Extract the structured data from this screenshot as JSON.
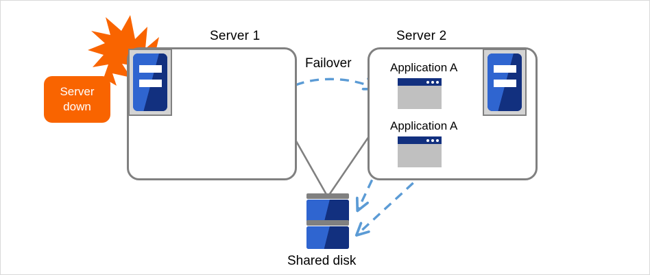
{
  "diagram": {
    "title": "Failover cluster diagram",
    "background": "#ffffff"
  },
  "colors": {
    "box_border": "#808080",
    "server_blue_dark": "#12307f",
    "server_blue_light": "#2f65d0",
    "alert_orange": "#f96400",
    "arrow_blue": "#5b9bd5",
    "app_window_body": "#c0c0c0",
    "machine_frame": "#d4d4d4"
  },
  "alert": {
    "badge_line1": "Server",
    "badge_line2": "down",
    "burst_icon": "explosion-burst-icon"
  },
  "servers": [
    {
      "id": "server1",
      "title": "Server 1",
      "machine_icon": "server-machine-icon",
      "apps": []
    },
    {
      "id": "server2",
      "title": "Server 2",
      "machine_icon": "server-machine-icon",
      "apps": [
        {
          "label": "Application A",
          "icon": "app-window-icon"
        },
        {
          "label": "Application A",
          "icon": "app-window-icon"
        }
      ]
    }
  ],
  "failover": {
    "label": "Failover",
    "arrow_icon": "dashed-curved-arrow-icon",
    "direction": "server1-to-server2"
  },
  "storage": {
    "label": "Shared disk",
    "icon": "shared-disk-icon",
    "block_count": 2
  },
  "connections": {
    "server1_to_disk": "solid-gray-line",
    "server2_to_disk": "solid-gray-line",
    "app1_to_disk": "dashed-blue-arrow",
    "app2_to_disk": "dashed-blue-arrow"
  }
}
